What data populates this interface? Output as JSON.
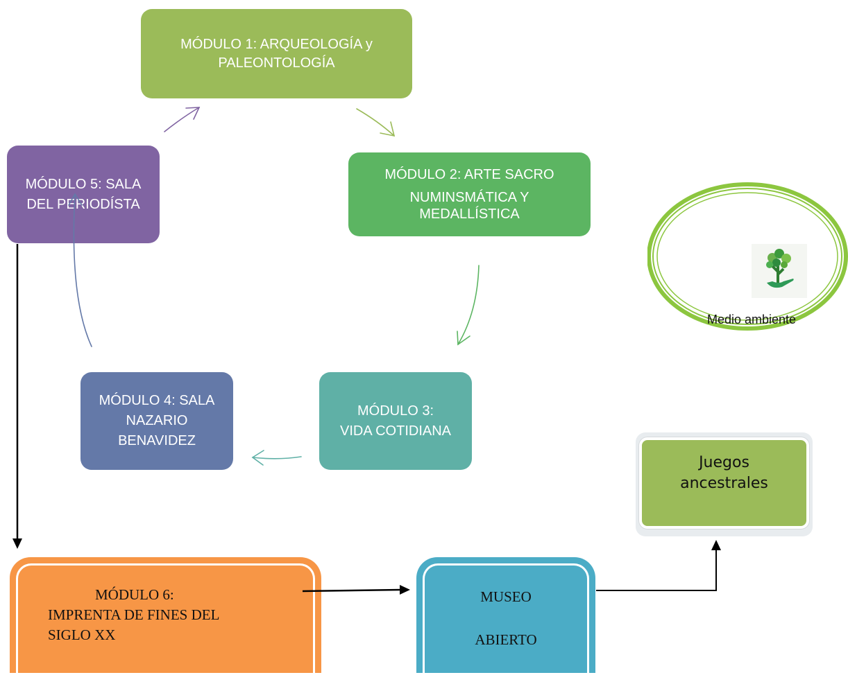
{
  "modules": {
    "m1": {
      "lines": [
        "MÓDULO 1: ARQUEOLOGÍA  y",
        "PALEONTOLOGÍA"
      ],
      "color": "#9bbb59"
    },
    "m2": {
      "lines": [
        "MÓDULO 2: ARTE SACRO",
        "NUMINSMÁTICA Y",
        "MEDALLÍSTICA"
      ],
      "color": "#5cb562"
    },
    "m3": {
      "lines": [
        "MÓDULO 3:",
        "VIDA COTIDIANA"
      ],
      "color": "#5fb0a6"
    },
    "m4": {
      "lines": [
        "MÓDULO 4: SALA",
        "NAZARIO",
        "BENAVIDEZ"
      ],
      "color": "#6479a8"
    },
    "m5": {
      "lines": [
        "MÓDULO 5: SALA",
        "DEL PERIODÍSTA"
      ],
      "color": "#8064a2"
    },
    "m6": {
      "lines": [
        "MÓDULO 6:",
        "IMPRENTA DE FINES DEL",
        "SIGLO  XX"
      ],
      "color": "#f79646"
    }
  },
  "museo": {
    "lines": [
      "MUSEO",
      "ABIERTO"
    ],
    "color": "#4bacc6"
  },
  "juegos": {
    "lines": [
      "Juegos",
      "ancestrales"
    ],
    "color": "#9bbb59"
  },
  "medio_ambiente": {
    "label": "Medio ambiente",
    "ring_color": "#8cc63f",
    "icon": "tree-in-hand-icon"
  },
  "arrow_colors": {
    "m1_to_m2": "#9bbb59",
    "m2_to_m3": "#5cb562",
    "m3_to_m4": "#5fb0a6",
    "m4_to_m5": "#6479a8",
    "m5_to_m1": "#8064a2",
    "connector": "#000000"
  }
}
